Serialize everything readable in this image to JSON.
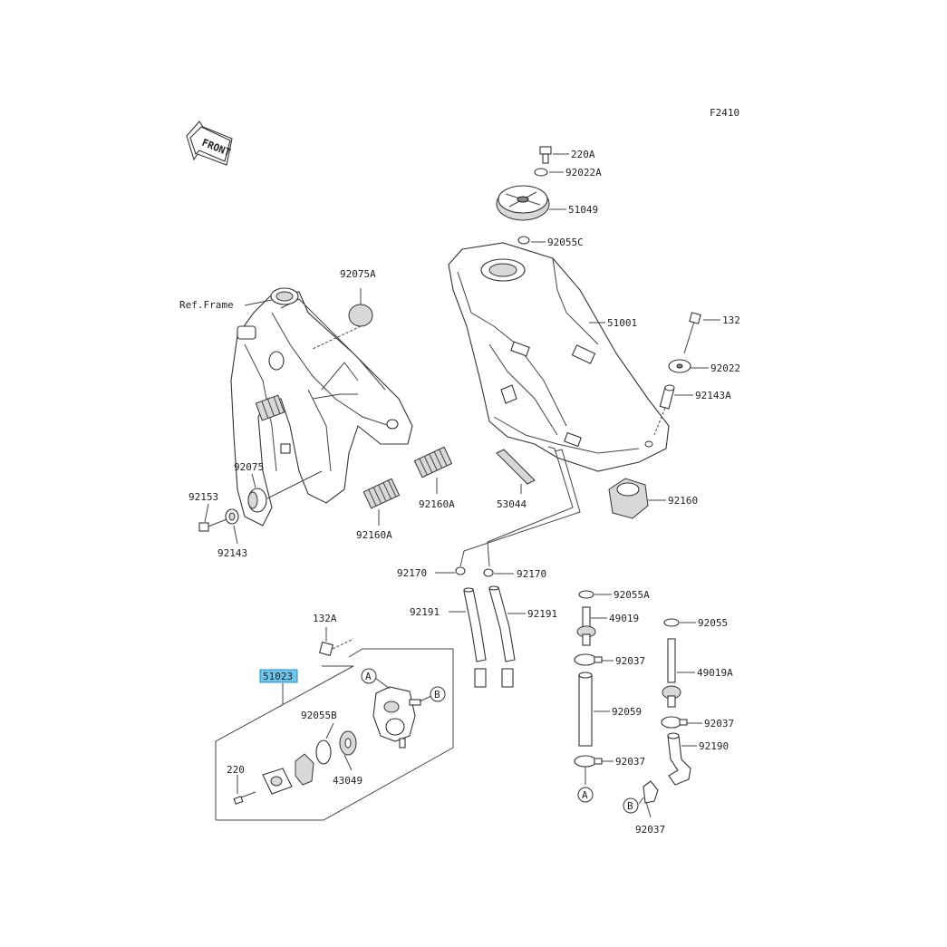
{
  "diagram_code": "F2410",
  "front_label": "FRONT",
  "ref_frame_label": "Ref.Frame",
  "callout_a": "A",
  "callout_b": "B",
  "highlight_color": "#6ec6ee",
  "parts": {
    "p220A": "220A",
    "p92022A": "92022A",
    "p51049": "51049",
    "p92055C": "92055C",
    "p51001": "51001",
    "p132": "132",
    "p92022": "92022",
    "p92143A": "92143A",
    "p92160": "92160",
    "p92075A": "92075A",
    "p92075": "92075",
    "p92153": "92153",
    "p92143": "92143",
    "p92160A_1": "92160A",
    "p92160A_2": "92160A",
    "p53044": "53044",
    "p92170_1": "92170",
    "p92170_2": "92170",
    "p92191_1": "92191",
    "p92191_2": "92191",
    "p92055A": "92055A",
    "p49019": "49019",
    "p92055": "92055",
    "p92037_1": "92037",
    "p49019A": "49019A",
    "p92059": "92059",
    "p92037_2": "92037",
    "p92037_3": "92037",
    "p92190": "92190",
    "p92037_4": "92037",
    "p132A": "132A",
    "p51023": "51023",
    "p92055B": "92055B",
    "p220": "220",
    "p43049": "43049"
  }
}
